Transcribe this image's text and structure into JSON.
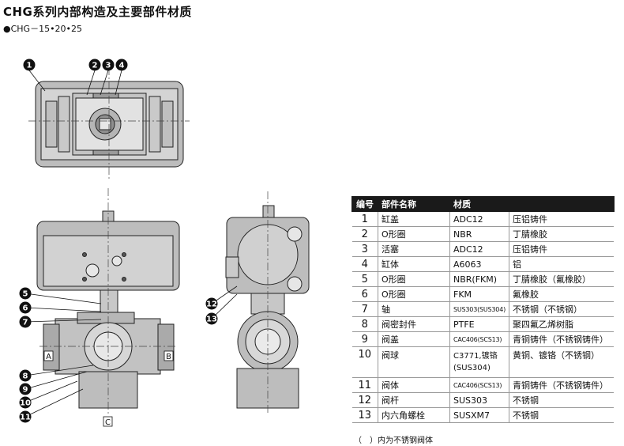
{
  "header": {
    "title": "CHG系列内部构造及主要部件材质",
    "subtitle": "●CHG－15•20•25"
  },
  "callouts": [
    "1",
    "2",
    "3",
    "4",
    "5",
    "6",
    "7",
    "8",
    "9",
    "10",
    "11",
    "12",
    "13"
  ],
  "ports": {
    "a": "A",
    "b": "B",
    "c": "C"
  },
  "table": {
    "headers": [
      "编号",
      "部件名称",
      "材质",
      ""
    ],
    "rows": [
      {
        "no": "1",
        "name": "缸盖",
        "material": "ADC12",
        "desc": "压铝铸件"
      },
      {
        "no": "2",
        "name": "O形圈",
        "material": "NBR",
        "desc": "丁腈橡胶"
      },
      {
        "no": "3",
        "name": "活塞",
        "material": "ADC12",
        "desc": "压铝铸件"
      },
      {
        "no": "4",
        "name": "缸体",
        "material": "A6063",
        "desc": "铝"
      },
      {
        "no": "5",
        "name": "O形圈",
        "material": "NBR(FKM)",
        "desc": "丁腈橡胶（氟橡胶）"
      },
      {
        "no": "6",
        "name": "O形圈",
        "material": "FKM",
        "desc": "氟橡胶"
      },
      {
        "no": "7",
        "name": "轴",
        "material": "SUS303(SUS304)",
        "desc": "不锈钢（不锈钢）"
      },
      {
        "no": "8",
        "name": "阀密封件",
        "material": "PTFE",
        "desc": "聚四氟乙烯树脂"
      },
      {
        "no": "9",
        "name": "阀盖",
        "material": "CAC406(SCS13)",
        "desc": "青铜铸件（不锈钢铸件）"
      },
      {
        "no": "10",
        "name": "阀球",
        "material": "C3771,镀铬\n(SUS304)",
        "desc": "黄铜、镀铬（不锈钢）"
      },
      {
        "no": "11",
        "name": "阀体",
        "material": "CAC406(SCS13)",
        "desc": "青铜铸件（不锈钢铸件）"
      },
      {
        "no": "12",
        "name": "阀杆",
        "material": "SUS303",
        "desc": "不锈钢"
      },
      {
        "no": "13",
        "name": "内六角螺栓",
        "material": "SUSXM7",
        "desc": "不锈钢"
      }
    ]
  },
  "footnote": "（　）内为不锈钢阀体"
}
